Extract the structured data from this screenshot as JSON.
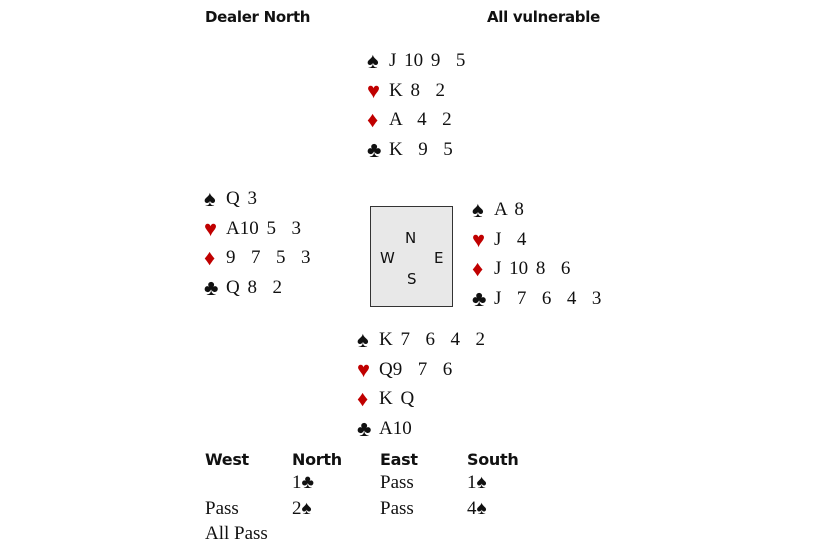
{
  "header": {
    "dealer": "Dealer North",
    "vulnerability": "All vulnerable"
  },
  "colors": {
    "red_suit": "#c00000",
    "black_suit": "#111111",
    "compass_bg": "#e8e8e8"
  },
  "suits": {
    "spades": "♠",
    "hearts": "♥",
    "diamonds": "♦",
    "clubs": "♣"
  },
  "hands": {
    "north": {
      "spades": "J 10 9  5",
      "hearts": "K 8  2",
      "diamonds": "A  4  2",
      "clubs": "K  9  5"
    },
    "west": {
      "spades": "Q 3",
      "hearts": "A10 5  3",
      "diamonds": "9  7  5  3",
      "clubs": "Q 8  2"
    },
    "east": {
      "spades": "A 8",
      "hearts": "J  4",
      "diamonds": "J 10 8  6",
      "clubs": "J  7  6  4  3"
    },
    "south": {
      "spades": "K 7  6  4  2",
      "hearts": "Q9  7  6",
      "diamonds": "K Q",
      "clubs": "A10"
    }
  },
  "compass": {
    "n": "N",
    "w": "W",
    "e": "E",
    "s": "S"
  },
  "bidding": {
    "headers": [
      "West",
      "North",
      "East",
      "South"
    ],
    "rows": [
      [
        "",
        "1♣",
        "Pass",
        "1♠"
      ],
      [
        "Pass",
        "2♠",
        "Pass",
        "4♠"
      ],
      [
        "All Pass",
        "",
        "",
        ""
      ]
    ]
  }
}
